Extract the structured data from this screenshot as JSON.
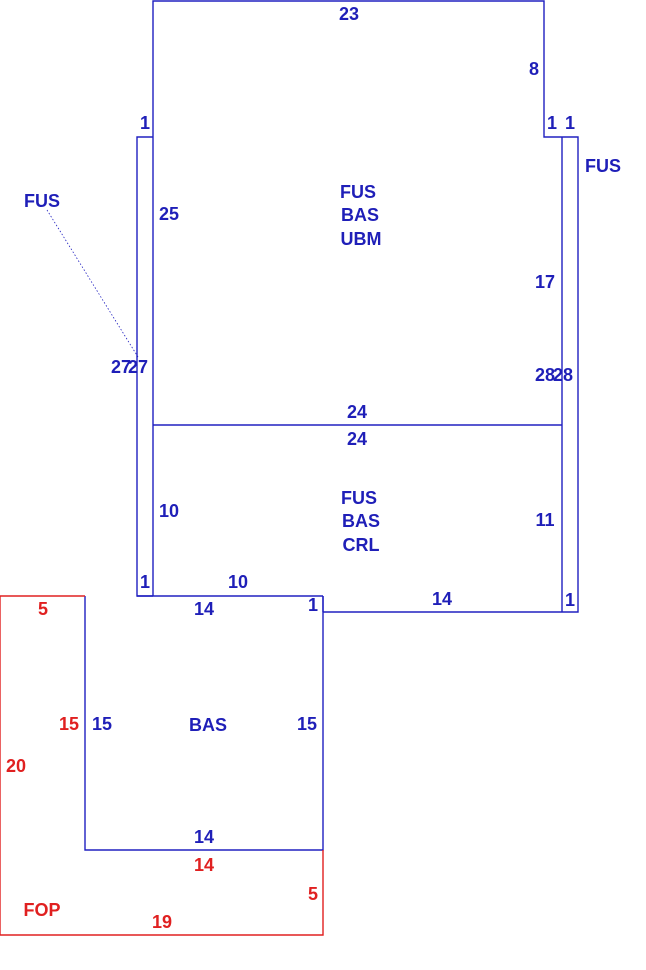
{
  "colors": {
    "main": "#1f1fb8",
    "porch": "#e02020"
  },
  "areas": {
    "upper": [
      "FUS",
      "BAS",
      "UBM"
    ],
    "middle": [
      "FUS",
      "BAS",
      "CRL"
    ],
    "lower": "BAS",
    "porch": "FOP",
    "left_callout": "FUS",
    "right_callout": "FUS"
  },
  "dims": {
    "upper_top": "23",
    "upper_right_step": "8",
    "upper_left_cap": "1",
    "upper_right_cap_a": "1",
    "upper_right_cap_b": "1",
    "upper_left": "25",
    "upper_right": "17",
    "left_wall_a": "27",
    "left_wall_b": "27",
    "right_wall_a": "28",
    "right_wall_b": "28",
    "divider_top": "24",
    "divider_bottom": "24",
    "middle_left": "10",
    "middle_right": "11",
    "middle_bottom_left": "10",
    "middle_bottom_right": "14",
    "left_wall_foot": "1",
    "right_wall_foot": "1",
    "lower_top": "14",
    "lower_notch": "1",
    "lower_left": "15",
    "lower_right": "15",
    "lower_bottom": "14",
    "porch_top": "5",
    "porch_inner": "15",
    "porch_left": "20",
    "porch_under": "14",
    "porch_right": "5",
    "porch_bottom": "19"
  }
}
